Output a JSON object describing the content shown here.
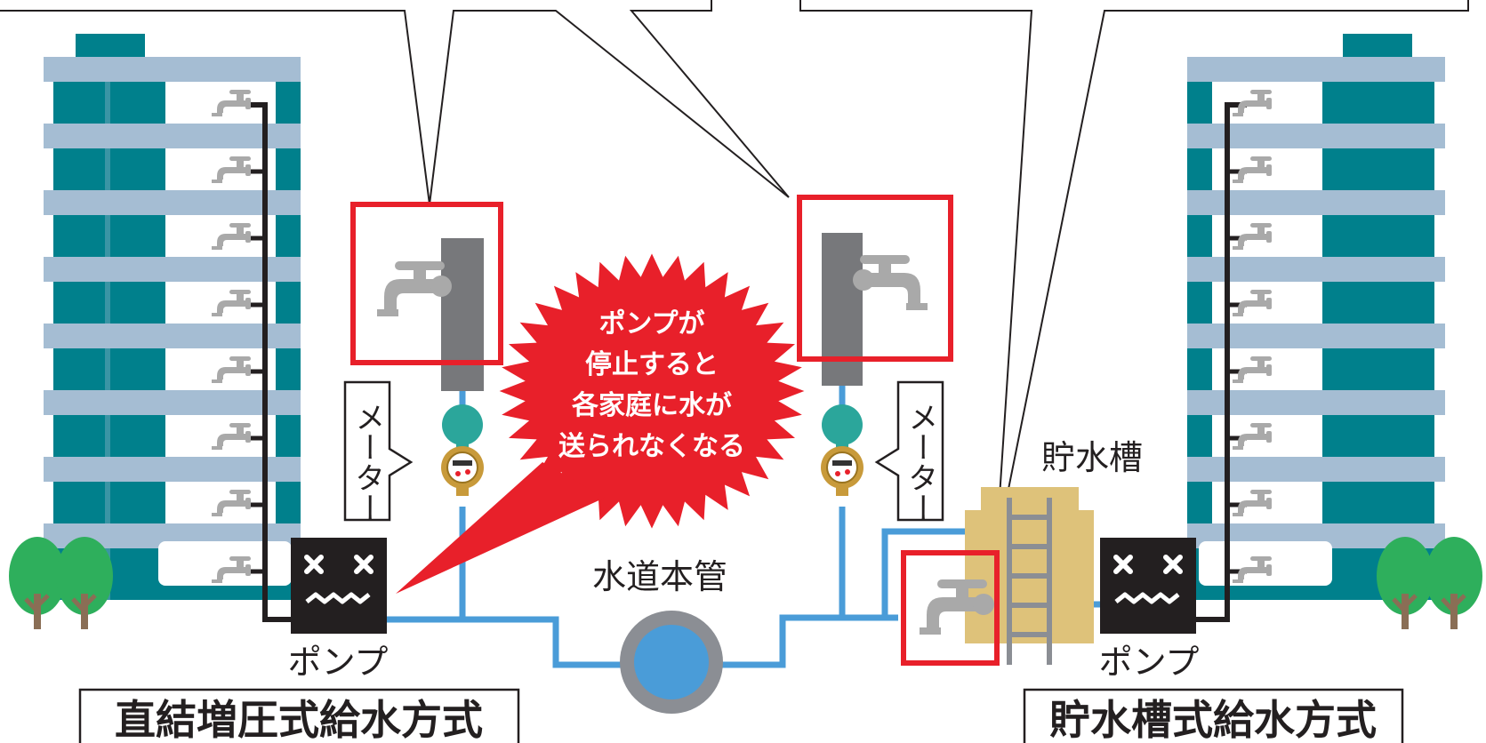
{
  "labels": {
    "left_system": "直結増圧式給水方式",
    "right_system": "貯水槽式給水方式",
    "water_main": "水道本管",
    "tank": "貯水槽",
    "pump_left": "ポンプ",
    "pump_right": "ポンプ",
    "meter_left": "メーター",
    "meter_right": "メーター"
  },
  "warning": {
    "lines": [
      "ポンプが",
      "停止すると",
      "各家庭に水が",
      "送られなくなる"
    ]
  },
  "colors": {
    "building_teal": "#00808C",
    "building_band": "#A5BDD3",
    "pipe_blue": "#4A9CD8",
    "alert_red": "#E8202A",
    "faucet_gray": "#A9A9A9",
    "pump_black": "#231F20",
    "tank_tan": "#DEC27A",
    "tree_green": "#2EAF5C"
  },
  "icons": [
    "faucet-icon",
    "water-meter-icon",
    "broken-pump-icon",
    "tree-icon",
    "ladder-icon"
  ]
}
